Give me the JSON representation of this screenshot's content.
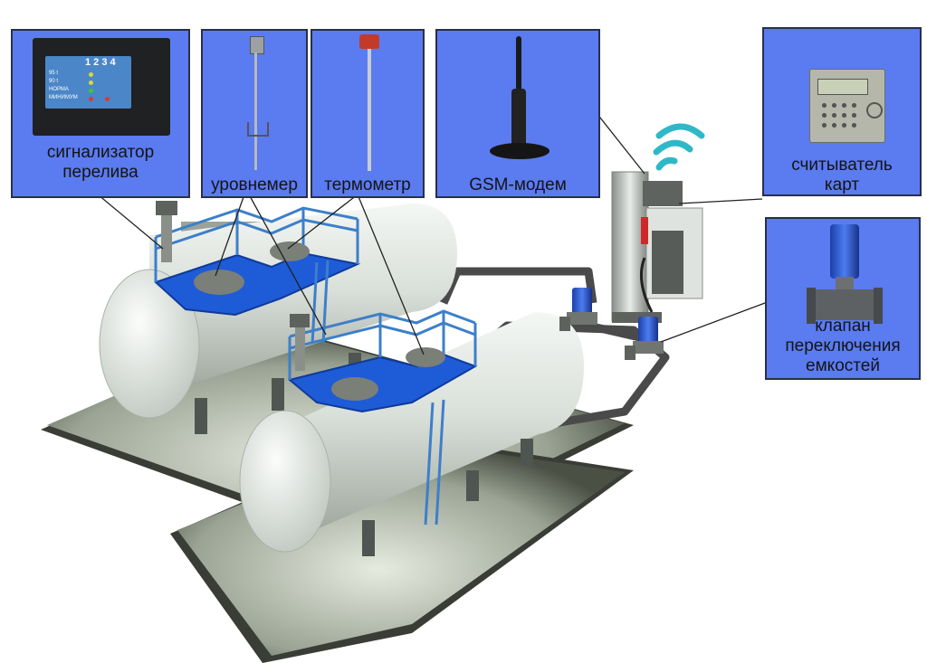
{
  "colors": {
    "label_box": "#5b7bf0",
    "label_border": "#2a2f45",
    "platform": "#1e5bd6",
    "railing": "#3d7fc9",
    "pipe": "#4a4a4a",
    "tank": "#d6ddd6",
    "signal_waves": "#2fb8c8"
  },
  "callouts": {
    "overfill_alarm": {
      "caption": "сигнализатор\nперелива",
      "device_icon": "overfill-alarm-panel",
      "panel_numbers": "1 2 3 4",
      "panel_rows": [
        "95 t",
        "90 t",
        "НОРМА",
        "МИНИМУМ"
      ]
    },
    "level_gauge": {
      "caption": "уровнемер",
      "device_icon": "level-gauge-probe"
    },
    "thermometer": {
      "caption": "термометр",
      "device_icon": "thermometer-probe"
    },
    "gsm_modem": {
      "caption": "GSM-модем",
      "device_icon": "gsm-antenna"
    },
    "card_reader": {
      "caption": "считыватель\nкарт",
      "device_icon": "card-reader-terminal"
    },
    "tank_valve": {
      "caption": "клапан\nпереключения\nемкостей",
      "device_icon": "switch-valve"
    }
  }
}
